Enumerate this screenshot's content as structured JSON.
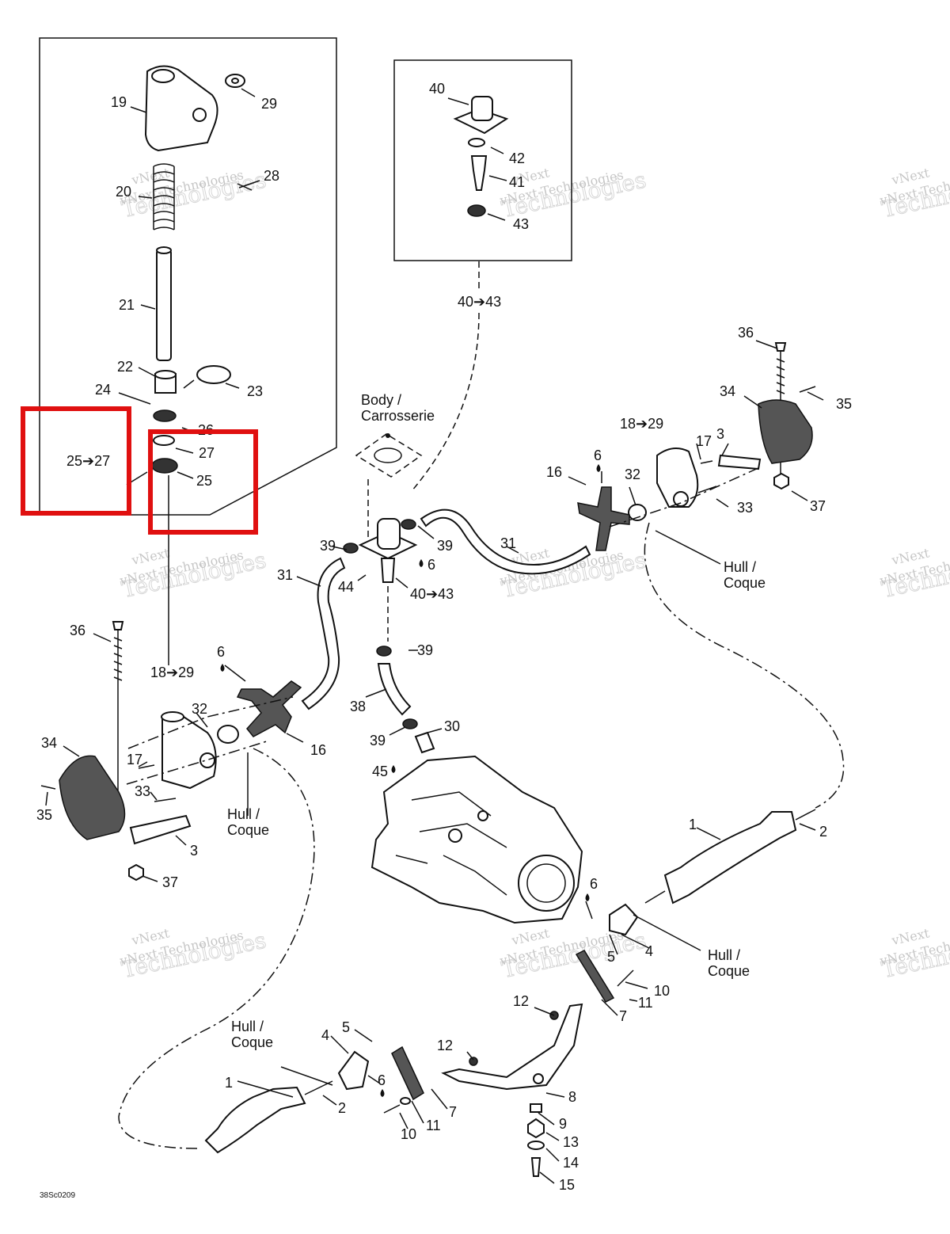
{
  "diagram_code": "38Sc0209",
  "watermark": {
    "line1": "vNext Technologies",
    "line2": "vNext",
    "line3": "Technologies"
  },
  "labels": {
    "top_box": [
      "19",
      "29",
      "28",
      "20",
      "21",
      "22",
      "23",
      "24",
      "26",
      "27",
      "25",
      "25➔27"
    ],
    "inset": [
      "40",
      "42",
      "41",
      "43",
      "40➔43"
    ],
    "body": [
      "Body /",
      "Carrosserie"
    ],
    "hull": [
      "Hull /",
      "Coque"
    ],
    "center": [
      "39",
      "39",
      "6",
      "44",
      "40➔43",
      "39",
      "38",
      "39",
      "30",
      "45",
      "31",
      "31"
    ],
    "left": [
      "36",
      "18➔29",
      "6",
      "32",
      "34",
      "16",
      "17",
      "33",
      "35",
      "3",
      "37"
    ],
    "right": [
      "36",
      "34",
      "35",
      "18➔29",
      "17",
      "3",
      "6",
      "16",
      "32",
      "33",
      "37"
    ],
    "bottom": [
      "1",
      "2",
      "6",
      "4",
      "5",
      "10",
      "11",
      "7",
      "12",
      "8",
      "9",
      "13",
      "14",
      "15",
      "1",
      "2",
      "4",
      "5",
      "6",
      "10",
      "11",
      "7",
      "12"
    ]
  }
}
